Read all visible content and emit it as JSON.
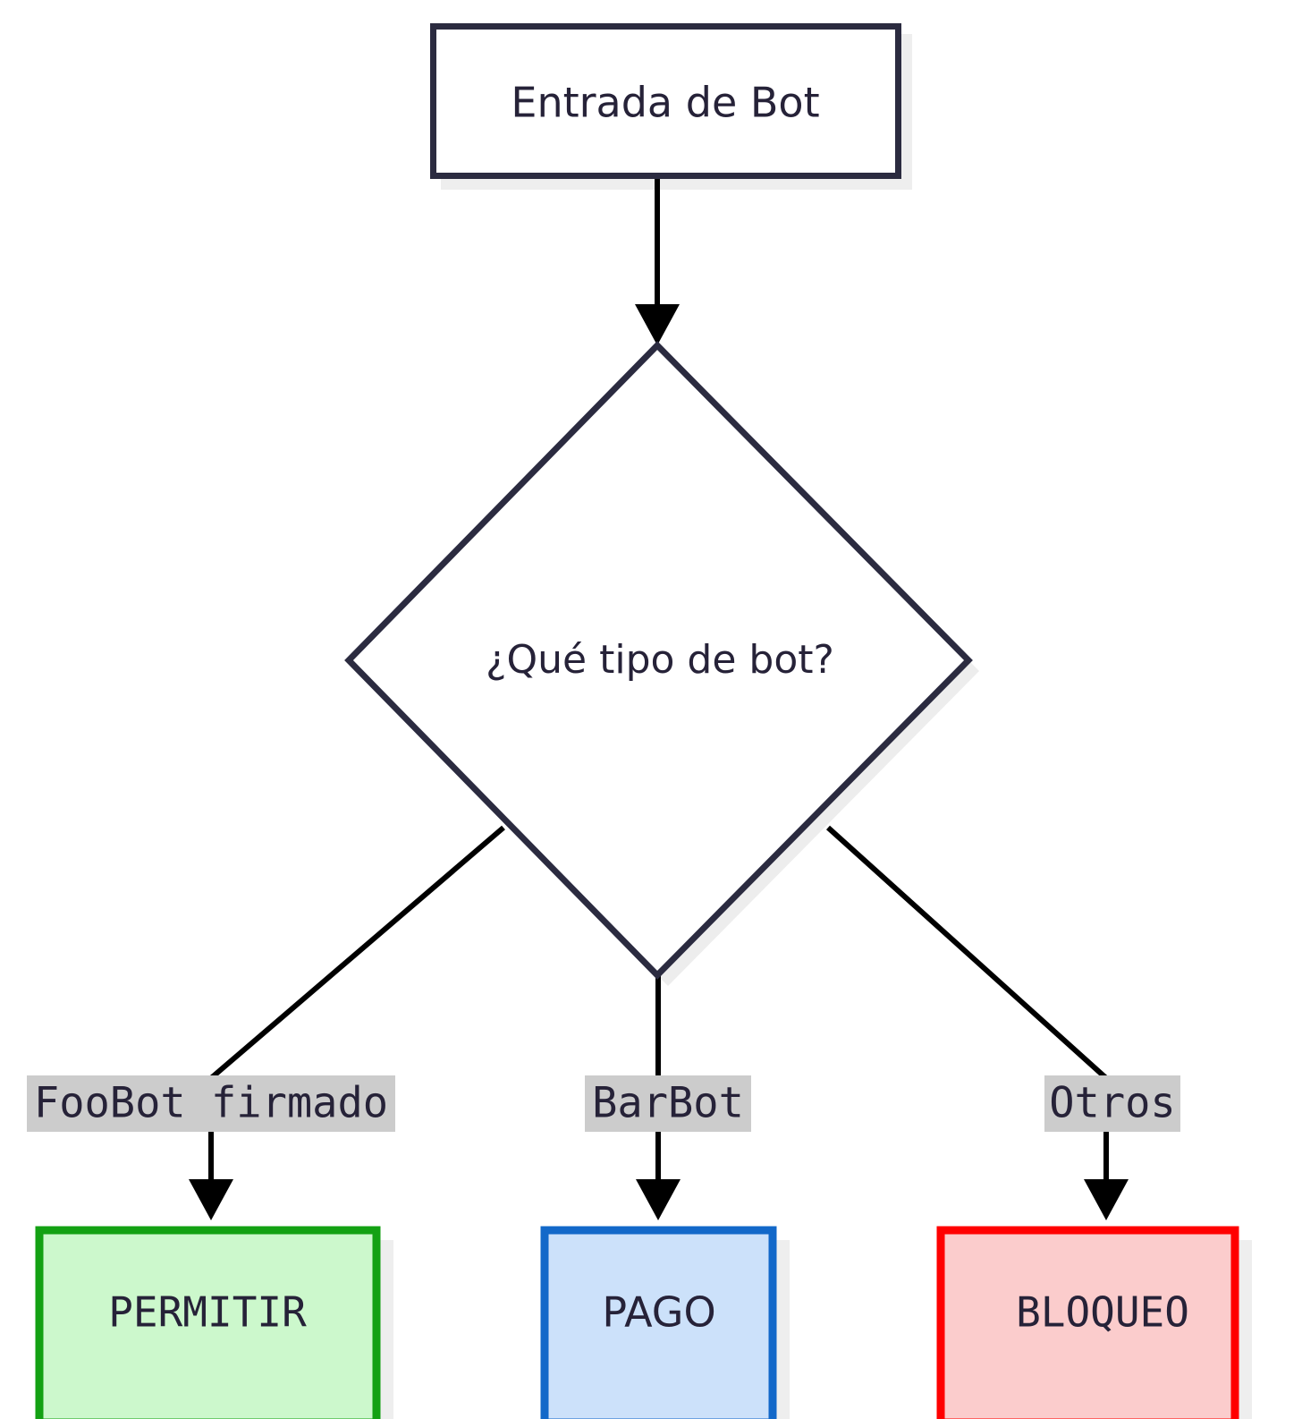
{
  "diagram": {
    "title": "Bot classification decision flow",
    "type": "flowchart",
    "direction": "top-down",
    "background_color": "#ffffff",
    "nodes": [
      {
        "id": "entrada",
        "label": "Entrada de Bot",
        "shape": "rectangle",
        "border_color": "#2b2b40",
        "fill_color": "#ffffff",
        "text_color": "#262238"
      },
      {
        "id": "decision",
        "label": "¿Qué tipo de bot?",
        "shape": "diamond",
        "border_color": "#2b2b40",
        "fill_color": "#ffffff",
        "text_color": "#262238"
      },
      {
        "id": "permitir",
        "label": "PERMITIR",
        "shape": "rectangle",
        "border_color": "#13a113",
        "fill_color": "#ccf8cc",
        "text_color": "#262238"
      },
      {
        "id": "pago",
        "label": "PAGO",
        "shape": "rectangle",
        "border_color": "#1268c9",
        "fill_color": "#cce1fa",
        "text_color": "#262238"
      },
      {
        "id": "bloqueo",
        "label": "BLOQUEO",
        "shape": "rectangle",
        "border_color": "#ff0000",
        "fill_color": "#fbcccc",
        "text_color": "#262238"
      }
    ],
    "edges": [
      {
        "id": "e1",
        "from": "entrada",
        "to": "decision",
        "label": ""
      },
      {
        "id": "e2",
        "from": "decision",
        "to": "permitir",
        "label": "FooBot firmado"
      },
      {
        "id": "e3",
        "from": "decision",
        "to": "pago",
        "label": "BarBot"
      },
      {
        "id": "e4",
        "from": "decision",
        "to": "bloqueo",
        "label": "Otros"
      }
    ],
    "edge_label_background": "#cccccc",
    "edge_line_color": "#000000",
    "shadow_color": "#ededed"
  }
}
